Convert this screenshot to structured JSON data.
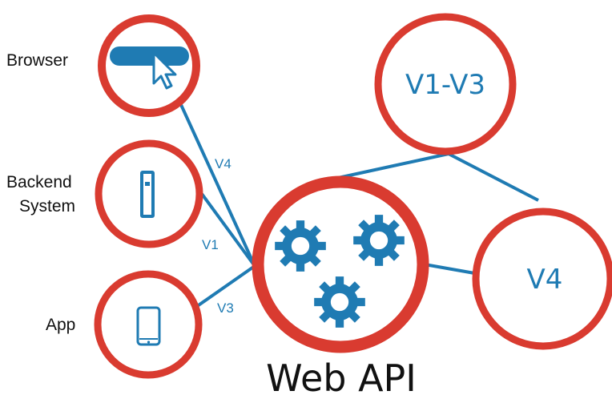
{
  "nodes": {
    "browser": {
      "label": "Browser"
    },
    "backend": {
      "label_line1": "Backend",
      "label_line2": "System"
    },
    "app": {
      "label": "App"
    },
    "v1_v3": {
      "label": "V1-V3"
    },
    "v4": {
      "label": "V4"
    },
    "web_api": {
      "label": "Web API"
    }
  },
  "edges": {
    "browser_to_api": "V4",
    "backend_to_api": "V1",
    "app_to_api": "V3"
  },
  "colors": {
    "ring": "#d93b30",
    "accent": "#1f7bb3",
    "text": "#111111"
  },
  "icons": {
    "browser": "cursor-on-bar-icon",
    "backend": "server-tower-icon",
    "app": "smartphone-icon",
    "web_api": "gears-icon"
  }
}
